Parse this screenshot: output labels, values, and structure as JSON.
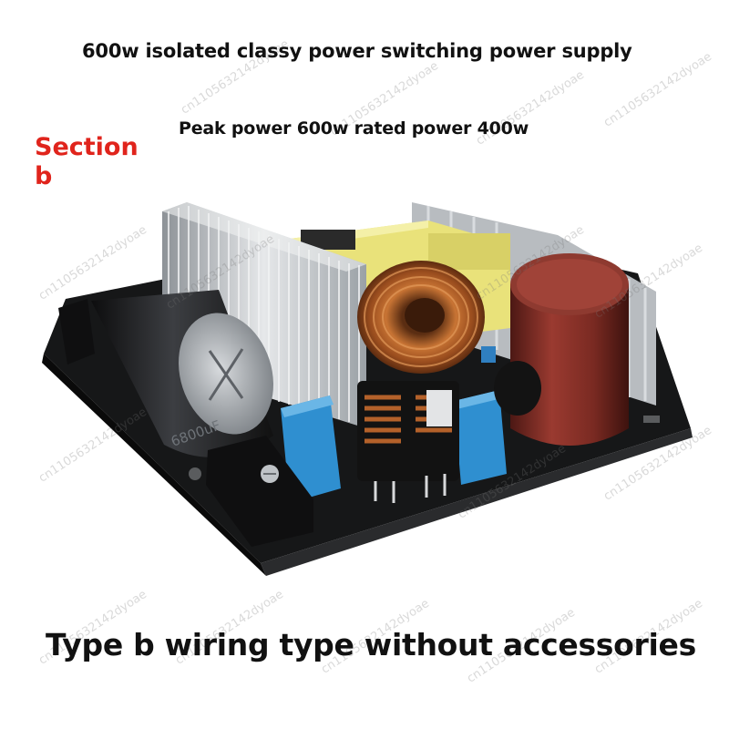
{
  "title": "600w isolated classy power switching power supply",
  "subtitle": "Peak power 600w rated power 400w",
  "section_line1": "Section",
  "section_line2": "b",
  "caption": "Type b wiring type without accessories",
  "watermark": "cn1105632142dyoae",
  "capacitor_label": "6800uF",
  "colors": {
    "pcb": "#161718",
    "heatsink": "#c9cdd1",
    "big_capacitor": "#7a2a22",
    "copper_coil": "#b4612a",
    "yellow_tape": "#e9e27a",
    "blue_capacitor": "#2f8fd0",
    "section_label": "#e0241c"
  }
}
